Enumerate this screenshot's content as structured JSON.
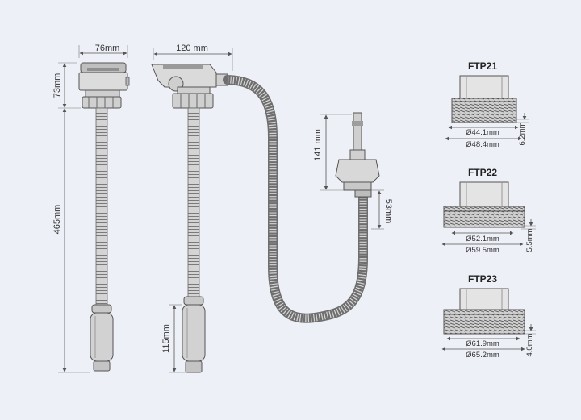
{
  "dimensions": {
    "pump1_width": "76mm",
    "pump1_head_height": "73mm",
    "pump1_total_length": "465mm",
    "pump2_width": "120 mm",
    "pump2_grip_length": "115mm",
    "remote_length": "141 mm",
    "remote_connector": "53mm"
  },
  "threads": [
    {
      "title": "FTP21",
      "inner": "Ø44.1mm",
      "outer": "Ø48.4mm",
      "pitch": "6.2mm"
    },
    {
      "title": "FTP22",
      "inner": "Ø52.1mm",
      "outer": "Ø59.5mm",
      "pitch": "5.5mm"
    },
    {
      "title": "FTP23",
      "inner": "Ø61.9mm",
      "outer": "Ø65.2mm",
      "pitch": "4.0mm"
    }
  ],
  "colors": {
    "background": "#eef0f7",
    "line": "#555555",
    "body": "#d9d9d9"
  }
}
